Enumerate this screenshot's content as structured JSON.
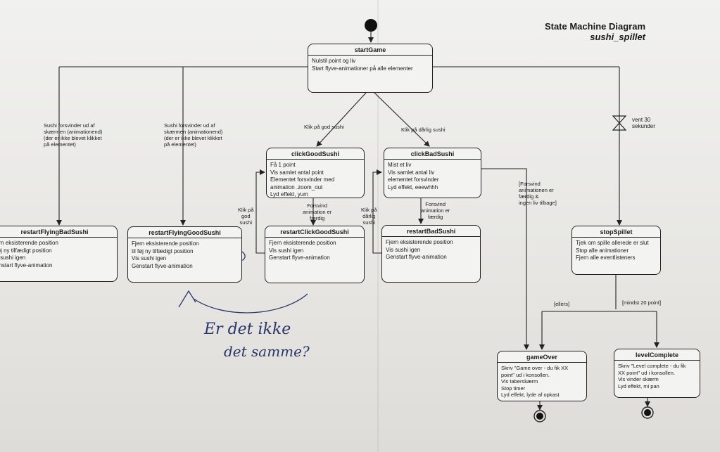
{
  "title": {
    "line1": "State Machine Diagram",
    "line2": "sushi_spillet"
  },
  "states": {
    "startGame": {
      "name": "startGame",
      "actions": [
        "Nulstil point og liv",
        "Start flyve-animationer på alle elementer"
      ]
    },
    "clickGoodSushi": {
      "name": "clickGoodSushi",
      "actions": [
        "Få 1 point",
        "Vis samlet antal point",
        "Elementet forsvinder med",
        "animation .zoom_out",
        "Lyd effekt, yum"
      ]
    },
    "clickBadSushi": {
      "name": "clickBadSushi",
      "actions": [
        "Mist et liv",
        "Vis samlet antal liv",
        "elementet forsvinder",
        "Lyd effekt, eeewhhh"
      ]
    },
    "restartFlyingBadSushi": {
      "name": "restartFlyingBadSushi",
      "actions": [
        "ern eksisterende position",
        "føj ny tilfædigt position",
        "s sushi igen",
        "enstart flyve-animation"
      ]
    },
    "restartFlyingGoodSushi": {
      "name": "restartFlyingGoodSushi",
      "actions": [
        "Fjern eksisterende position",
        "til føj ny tilfædigt position",
        "Vis sushi igen",
        "Genstart flyve-animation"
      ]
    },
    "restartClickGoodSushi": {
      "name": "restartClickGoodSushi",
      "actions": [
        "Fjern eksisterende position",
        "Vis sushi igen",
        "Genstart flyve-animation"
      ]
    },
    "restartBadSushi": {
      "name": "restartBadSushi",
      "actions": [
        "Fjern eksisterende position",
        "Vis sushi igen",
        "Genstart flyve-animation"
      ]
    },
    "stopSpillet": {
      "name": "stopSpillet",
      "actions": [
        "Tjek om spille allerede er slut",
        "Stop alle animationer",
        "Fjern alle eventlisteners"
      ]
    },
    "gameOver": {
      "name": "gameOver",
      "actions": [
        "Skriv \"Game over - du fik XX",
        "point\" ud i konsollen.",
        "Vis taberskærm",
        "Stop timer",
        "Lyd effekt, lyde af opkast"
      ]
    },
    "levelComplete": {
      "name": "levelComplete",
      "actions": [
        "Skriv \"Level complete - du fik",
        "XX point\" ud i konsollen.",
        "Vis vinder skærm",
        "Lyd effekt, mi pan"
      ]
    }
  },
  "transitions": {
    "sushi_forsvinder_1": [
      "Sushi forsvinder ud af",
      "skærmen (animationend)",
      "(der er ikke blevet klikket",
      "på elementet)"
    ],
    "sushi_forsvinder_2": [
      "Sushi forsvinder ud af",
      "skærmen (animationend)",
      "(der er ikke blevet klikket",
      "på elementet)"
    ],
    "klik_god": "Klik på god sushi",
    "klik_darlig": "Klik på dårlig sushi",
    "vent": [
      "vent 30",
      "sekunder"
    ],
    "klik_god_2": [
      "Klik på",
      "god",
      "sushi"
    ],
    "forsvind_1": [
      "Forsvind",
      "animation er",
      "færdig"
    ],
    "klik_darlig_2": [
      "Klik på",
      "dårlig",
      "sushi"
    ],
    "forsvind_2": [
      "Forsvind",
      "animation er",
      "færdig"
    ],
    "guard_gameover": [
      "[Forsvind",
      "animationen er",
      "færdig &",
      "ingen liv tilbage]"
    ],
    "ellers": "[ellers]",
    "mindst": "[mindst 20 point]"
  },
  "handwriting": {
    "line1": "Er det ikke",
    "line2": "det samme?"
  }
}
